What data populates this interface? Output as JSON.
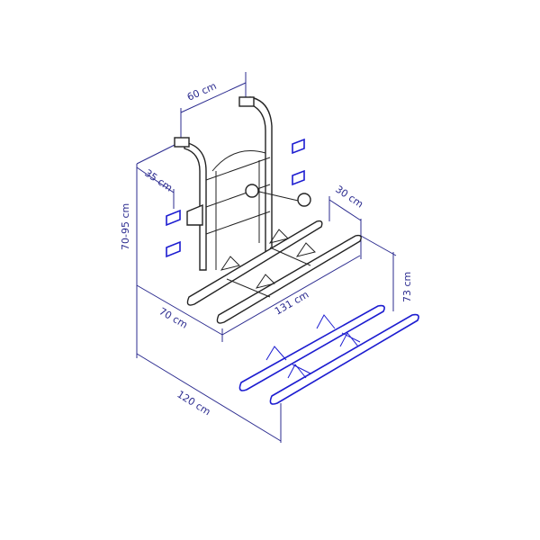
{
  "dimensions": {
    "top_width": "60 cm",
    "arm_depth": "35 cm",
    "height_range": "70-95 cm",
    "rail_offset": "30 cm",
    "folded_height": "73 cm",
    "rail_length": "131 cm",
    "depth": "70 cm",
    "total_depth": "120 cm"
  },
  "colors": {
    "dimension": "#2b2b8f",
    "folded_rack": "#1c1cd0",
    "rack": "#222222"
  }
}
